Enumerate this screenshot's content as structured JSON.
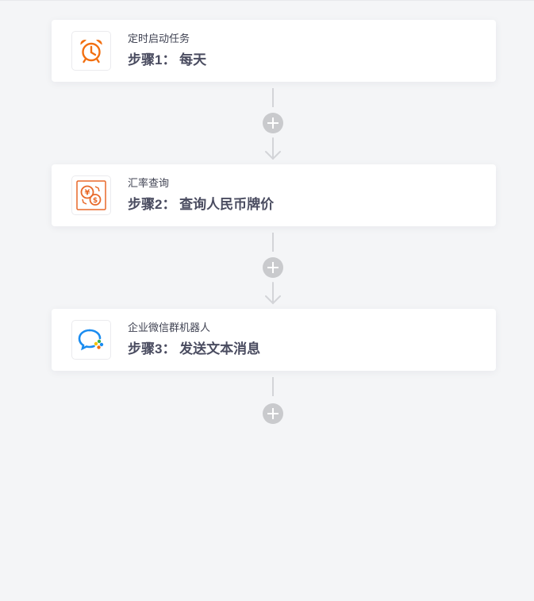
{
  "steps": [
    {
      "subtitle": "定时启动任务",
      "title": "步骤1： 每天",
      "icon": "alarm-clock-icon",
      "icon_color": "#f26f10"
    },
    {
      "subtitle": "汇率查询",
      "title": "步骤2： 查询人民币牌价",
      "icon": "currency-exchange-icon",
      "icon_color": "#e8692a"
    },
    {
      "subtitle": "企业微信群机器人",
      "title": "步骤3： 发送文本消息",
      "icon": "wecom-chat-icon",
      "icon_color": "#1a8cf0"
    }
  ],
  "connectors": [
    {
      "action": "add-step",
      "has_arrow": true
    },
    {
      "action": "add-step",
      "has_arrow": true
    },
    {
      "action": "add-step",
      "has_arrow": false
    }
  ],
  "colors": {
    "background": "#f4f5f7",
    "card": "#ffffff",
    "plus": "#c9cacd",
    "line": "#d3d4d8",
    "title": "#4a4c60"
  }
}
